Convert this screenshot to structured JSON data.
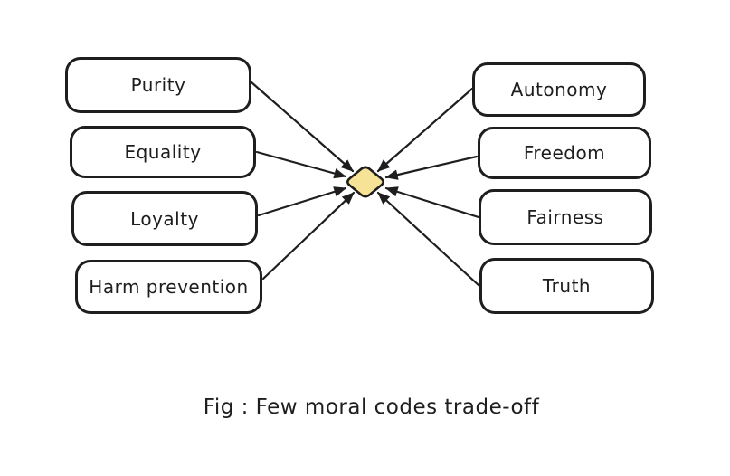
{
  "diagram": {
    "caption": "Fig : Few moral codes trade-off",
    "left_nodes": [
      {
        "label": "Purity"
      },
      {
        "label": "Equality"
      },
      {
        "label": "Loyalty"
      },
      {
        "label": "Harm prevention"
      }
    ],
    "right_nodes": [
      {
        "label": "Autonomy"
      },
      {
        "label": "Freedom"
      },
      {
        "label": "Fairness"
      },
      {
        "label": "Truth"
      }
    ],
    "center": {
      "shape": "diamond",
      "fill": "#f7e396",
      "stroke": "#1e1e1e"
    },
    "colors": {
      "stroke": "#1e1e1e",
      "background": "#ffffff",
      "node_fill": "#ffffff"
    }
  }
}
